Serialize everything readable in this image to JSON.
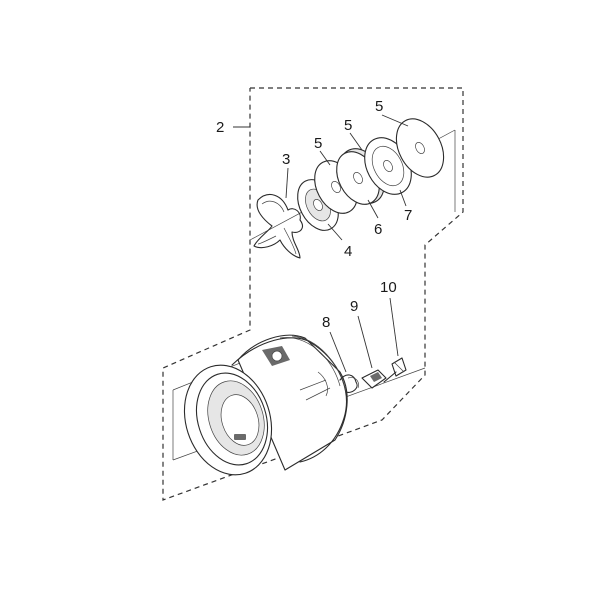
{
  "labels": {
    "l2": "2",
    "l3": "3",
    "l4": "4",
    "l5a": "5",
    "l5b": "5",
    "l5c": "5",
    "l6": "6",
    "l7": "7",
    "l8": "8",
    "l9": "9",
    "l10": "10"
  }
}
